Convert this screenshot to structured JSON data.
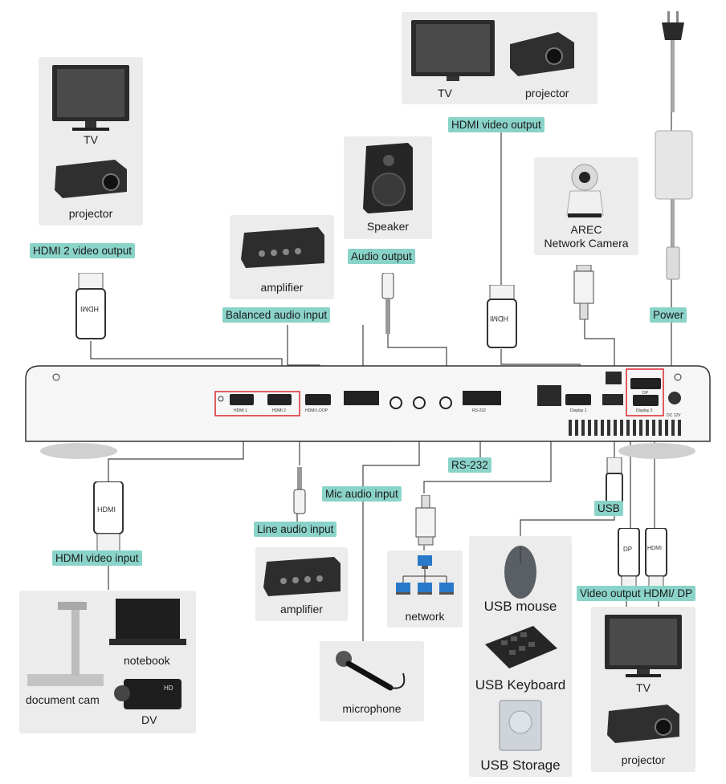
{
  "colors": {
    "label_bg": "#8ad3c8",
    "box_bg": "#ececec",
    "highlight": "#d8282f",
    "wire": "#444444"
  },
  "labels": {
    "hdmi2_video_output": "HDMI 2 video output",
    "hdmi_video_output": "HDMI video output",
    "balanced_audio_input": "Balanced audio input",
    "audio_output": "Audio output",
    "power": "Power",
    "rs232": "RS-232",
    "mic_audio_input": "Mic audio input",
    "line_audio_input": "Line audio input",
    "hdmi_video_input": "HDMI video input",
    "usb": "USB",
    "video_output_hdmi_dp": "Video output HDMI/ DP"
  },
  "devices": {
    "tv_left": "TV",
    "projector_left": "projector",
    "tv_top": "TV",
    "projector_top": "projector",
    "amplifier_top": "amplifier",
    "speaker": "Speaker",
    "camera_line1": "AREC",
    "camera_line2": "Network Camera",
    "amplifier_bottom": "amplifier",
    "network": "network",
    "microphone": "microphone",
    "usb_mouse": "USB mouse",
    "usb_keyboard": "USB Keyboard",
    "usb_storage": "USB Storage",
    "tv_right": "TV",
    "projector_right": "projector",
    "notebook": "notebook",
    "document_cam": "document cam",
    "dv": "DV"
  },
  "ports": {
    "hdmi1": "HDMI 1",
    "hdmi2": "HDMI 2",
    "hdmi_loop": "HDMI LOOP",
    "rs232": "RS-232",
    "display1": "Display 1",
    "display2": "Display 2",
    "dp": "DP",
    "dc12v": "DC 12V"
  },
  "connector_marks": {
    "hdmi": "HDMI",
    "dp": "DP",
    "hd": "HD"
  }
}
